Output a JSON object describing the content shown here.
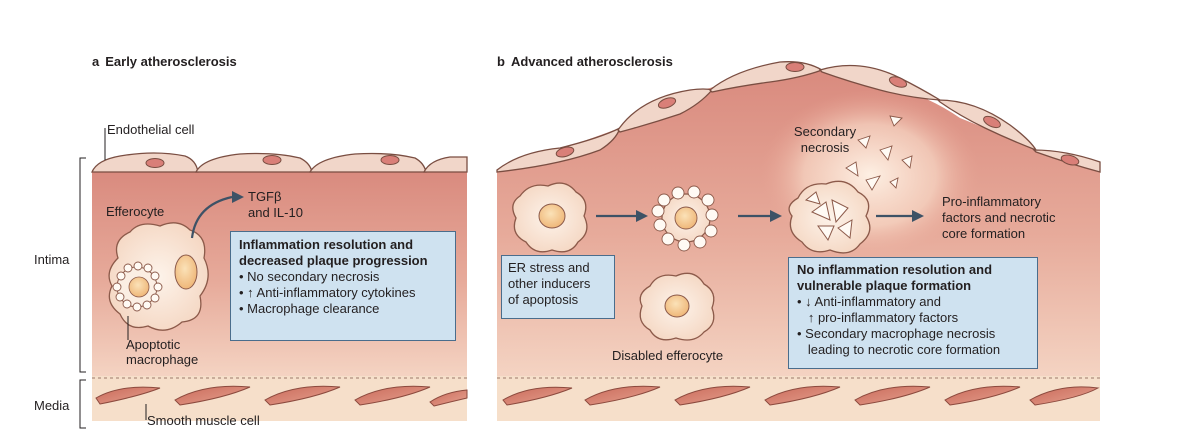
{
  "panel_a": {
    "letter": "a",
    "title": "Early atherosclerosis",
    "endothelial_label": "Endothelial cell",
    "efferocyte_label": "Efferocyte",
    "cytokine_label_1": "TGFβ",
    "cytokine_label_2": "and IL-10",
    "apoptotic_label_1": "Apoptotic",
    "apoptotic_label_2": "macrophage",
    "box": {
      "title_1": "Inflammation resolution and",
      "title_2": "decreased plaque progression",
      "bullets": [
        "• No secondary necrosis",
        "• ↑ Anti-inflammatory cytokines",
        "• Macrophage clearance"
      ]
    }
  },
  "panel_b": {
    "letter": "b",
    "title": "Advanced atherosclerosis",
    "secondary_necrosis_1": "Secondary",
    "secondary_necrosis_2": "necrosis",
    "proinflam_1": "Pro-inflammatory",
    "proinflam_2": "factors and necrotic",
    "proinflam_3": "core formation",
    "er_box": [
      "ER stress and",
      "other inducers",
      "of apoptosis"
    ],
    "disabled_label": "Disabled efferocyte",
    "box": {
      "title_1": "No inflammation resolution and",
      "title_2": "vulnerable plaque formation",
      "bullets": [
        "• ↓ Anti-inflammatory and",
        "   ↑ pro-inflammatory factors",
        "• Secondary macrophage necrosis",
        "   leading to necrotic core formation"
      ]
    }
  },
  "side_labels": {
    "intima": "Intima",
    "media": "Media",
    "smooth_muscle": "Smooth muscle cell"
  },
  "colors": {
    "intima_top": "#d98c80",
    "intima_bottom": "#f1cdbd",
    "media": "#f6dfca",
    "cell_outline": "#8c5a4a",
    "cell_fill": "#fbeadc",
    "nucleus": "#f0c28a",
    "box_fill": "#cfe2f0",
    "box_border": "#4a6d8c",
    "arrow": "#3d5266"
  }
}
